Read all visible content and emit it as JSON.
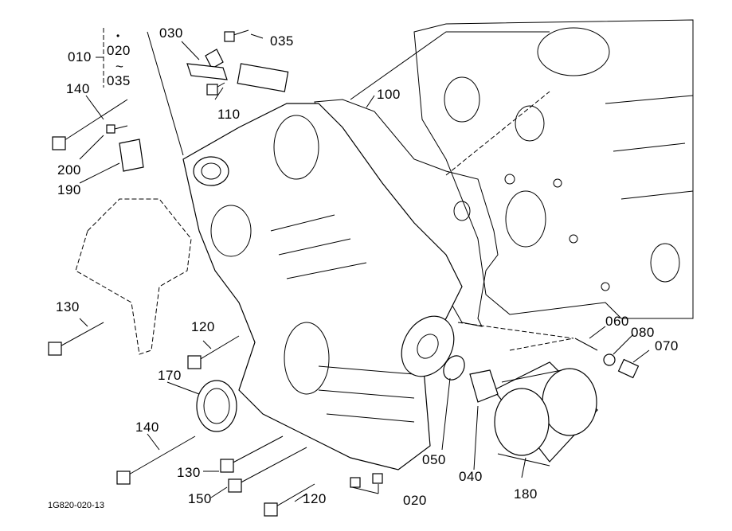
{
  "diagram": {
    "figure_id": "1G820-020-13",
    "group_label": {
      "main": "010",
      "bullet": "•",
      "from": "020",
      "tilde": "~",
      "to": "035"
    },
    "parts": [
      {
        "id": "030"
      },
      {
        "id": "035"
      },
      {
        "id": "140"
      },
      {
        "id": "110"
      },
      {
        "id": "100"
      },
      {
        "id": "200"
      },
      {
        "id": "190"
      },
      {
        "id": "130"
      },
      {
        "id": "120"
      },
      {
        "id": "170"
      },
      {
        "id": "140"
      },
      {
        "id": "130"
      },
      {
        "id": "150"
      },
      {
        "id": "120"
      },
      {
        "id": "020"
      },
      {
        "id": "050"
      },
      {
        "id": "040"
      },
      {
        "id": "180"
      },
      {
        "id": "060"
      },
      {
        "id": "080"
      },
      {
        "id": "070"
      }
    ]
  }
}
